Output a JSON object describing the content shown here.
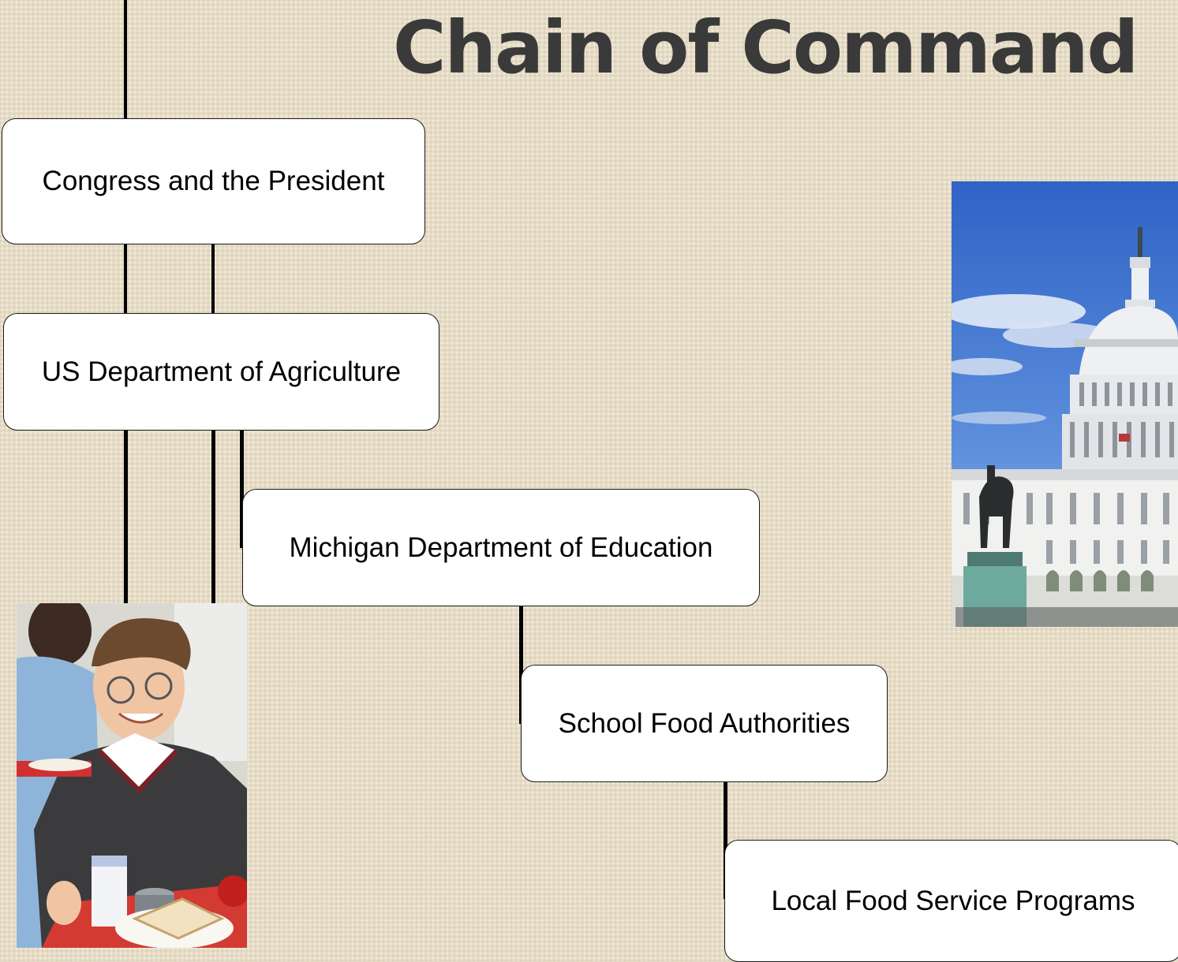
{
  "title": "Chain of Command",
  "nodes": [
    {
      "id": "congress",
      "label": "Congress and the President"
    },
    {
      "id": "usda",
      "label": "US Department of Agriculture"
    },
    {
      "id": "mde",
      "label": "Michigan Department of Education"
    },
    {
      "id": "sfa",
      "label": "School Food Authorities"
    },
    {
      "id": "local",
      "label": "Local Food Service Programs"
    }
  ],
  "edges": [
    {
      "from": "congress",
      "to": "usda"
    },
    {
      "from": "usda",
      "to": "mde"
    },
    {
      "from": "mde",
      "to": "sfa"
    },
    {
      "from": "sfa",
      "to": "local"
    }
  ],
  "images": [
    {
      "name": "us-capitol-photo"
    },
    {
      "name": "student-lunch-tray-photo"
    }
  ]
}
